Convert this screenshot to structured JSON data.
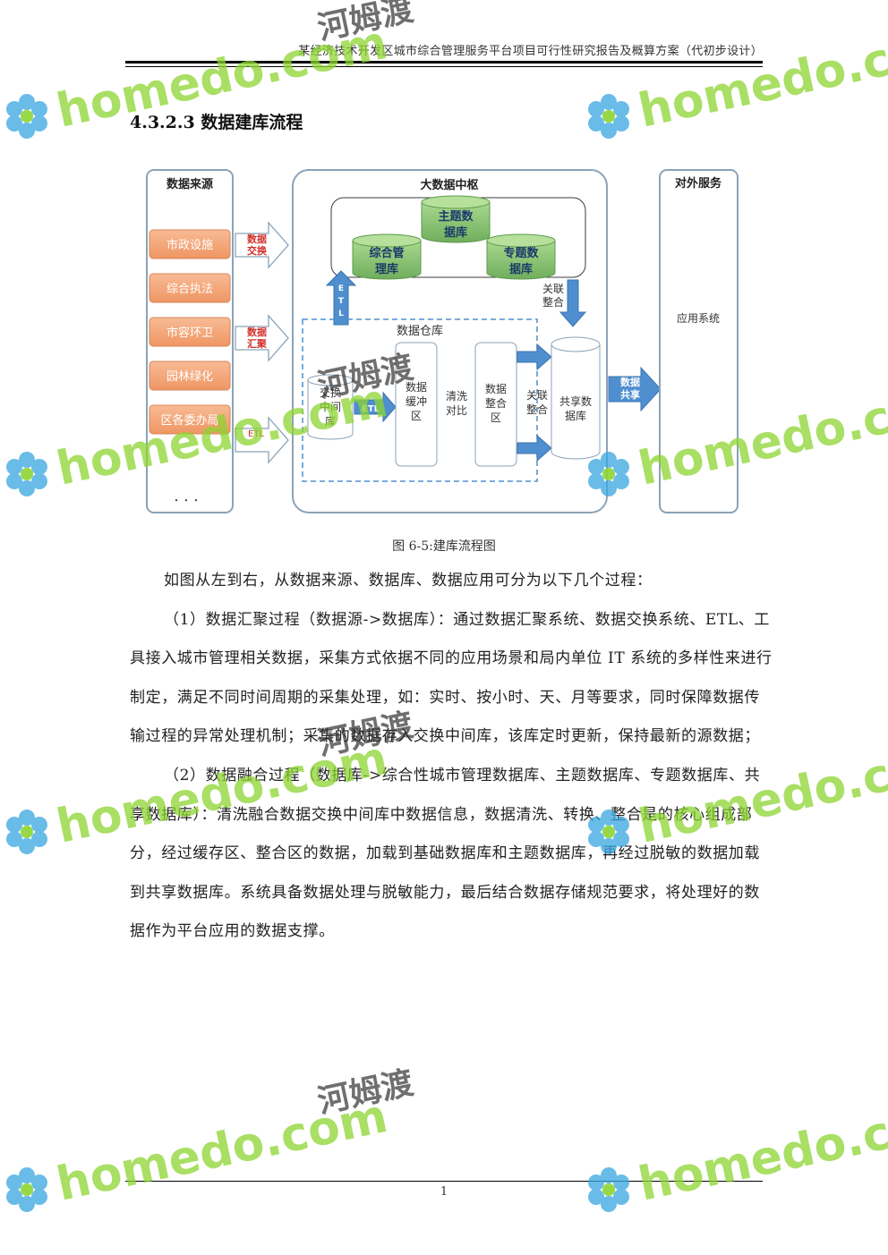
{
  "header": {
    "title": "某经济技术开发区城市综合管理服务平台项目可行性研究报告及概算方案（代初步设计）"
  },
  "section": {
    "title": "4.3.2.3 数据建库流程"
  },
  "diagram": {
    "source_panel": {
      "title": "数据来源",
      "items": [
        "市政设施",
        "综合执法",
        "市容环卫",
        "园林绿化",
        "区各委办局"
      ],
      "ellipsis": "・・・"
    },
    "arrows": {
      "exchange": "数据交换",
      "aggregate": "数据汇聚",
      "etl": "ETL",
      "etl_up": "ETL",
      "etl_mid": "ETL",
      "relate_integrate": "关联整合",
      "relate_integrate2": "关联整合",
      "share": "数据共享"
    },
    "hub": {
      "title": "大数据中枢",
      "dbs": [
        "主题数据库",
        "综合管理库",
        "专题数据库"
      ]
    },
    "warehouse": {
      "title": "数据仓库",
      "exchange_db": "交换中间库",
      "buffer": "数据缓冲区",
      "clean": "清洗对比",
      "integrate": "数据整合区",
      "shared_db": "共享数据库"
    },
    "service_panel": {
      "title": "对外服务",
      "item": "应用系统"
    }
  },
  "figure": {
    "caption": "图 6-5:建库流程图"
  },
  "body": {
    "intro": "如图从左到右，从数据来源、数据库、数据应用可分为以下几个过程：",
    "p1": "（1）数据汇聚过程（数据源->数据库）：通过数据汇聚系统、数据交换系统、ETL、工具接入城市管理相关数据，采集方式依据不同的应用场景和局内单位 IT 系统的多样性来进行制定，满足不同时间周期的采集处理，如：实时、按小时、天、月等要求，同时保障数据传输过程的异常处理机制；采集的数据存入交换中间库，该库定时更新，保持最新的源数据；",
    "p2": "（2）数据融合过程（数据库->综合性城市管理数据库、主题数据库、专题数据库、共享数据库）：清洗融合数据交换中间库中数据信息，数据清洗、转换、整合是的核心组成部分，经过缓存区、整合区的数据，加载到基础数据库和主题数据库，再经过脱敏的数据加载到共享数据库。系统具备数据处理与脱敏能力，最后结合数据存储规范要求，将处理好的数据作为平台应用的数据支撑。"
  },
  "footer": {
    "page_number": "1"
  },
  "watermark": {
    "domain": "homedo.com",
    "brand": "河姆渡"
  },
  "colors": {
    "panel_border": "#8aa3b8",
    "source_item_fill": "#f4a77e",
    "db_green": "#8dc97a",
    "arrow_blue": "#4f8fcf",
    "red_label": "#d0312d",
    "watermark_green": "#8dd431",
    "watermark_blue": "#3aa7e0"
  }
}
